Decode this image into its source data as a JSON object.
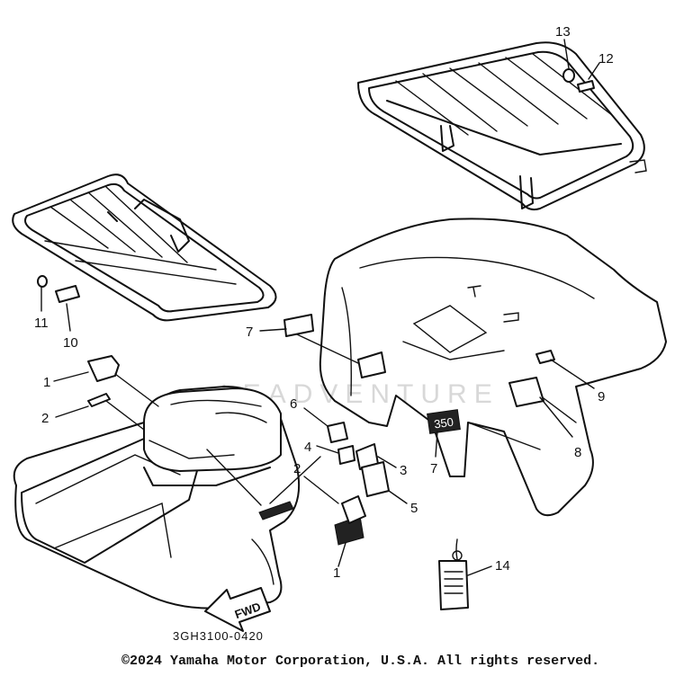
{
  "diagram": {
    "part_code": "3GH3100-0420",
    "fwd_label": "FWD",
    "watermark": "LEADVENTURE",
    "callouts": [
      {
        "id": "c13",
        "text": "13"
      },
      {
        "id": "c12",
        "text": "12"
      },
      {
        "id": "c11",
        "text": "11"
      },
      {
        "id": "c10",
        "text": "10"
      },
      {
        "id": "c7a",
        "text": "7"
      },
      {
        "id": "c1a",
        "text": "1"
      },
      {
        "id": "c2a",
        "text": "2"
      },
      {
        "id": "c6",
        "text": "6"
      },
      {
        "id": "c4",
        "text": "4"
      },
      {
        "id": "c3",
        "text": "3"
      },
      {
        "id": "c5",
        "text": "5"
      },
      {
        "id": "c2b",
        "text": "2"
      },
      {
        "id": "c1b",
        "text": "1"
      },
      {
        "id": "c7b",
        "text": "7"
      },
      {
        "id": "c9",
        "text": "9"
      },
      {
        "id": "c8",
        "text": "8"
      },
      {
        "id": "c14",
        "text": "14"
      }
    ]
  },
  "footer": {
    "copyright": "©2024 Yamaha Motor Corporation, U.S.A. All rights reserved."
  }
}
